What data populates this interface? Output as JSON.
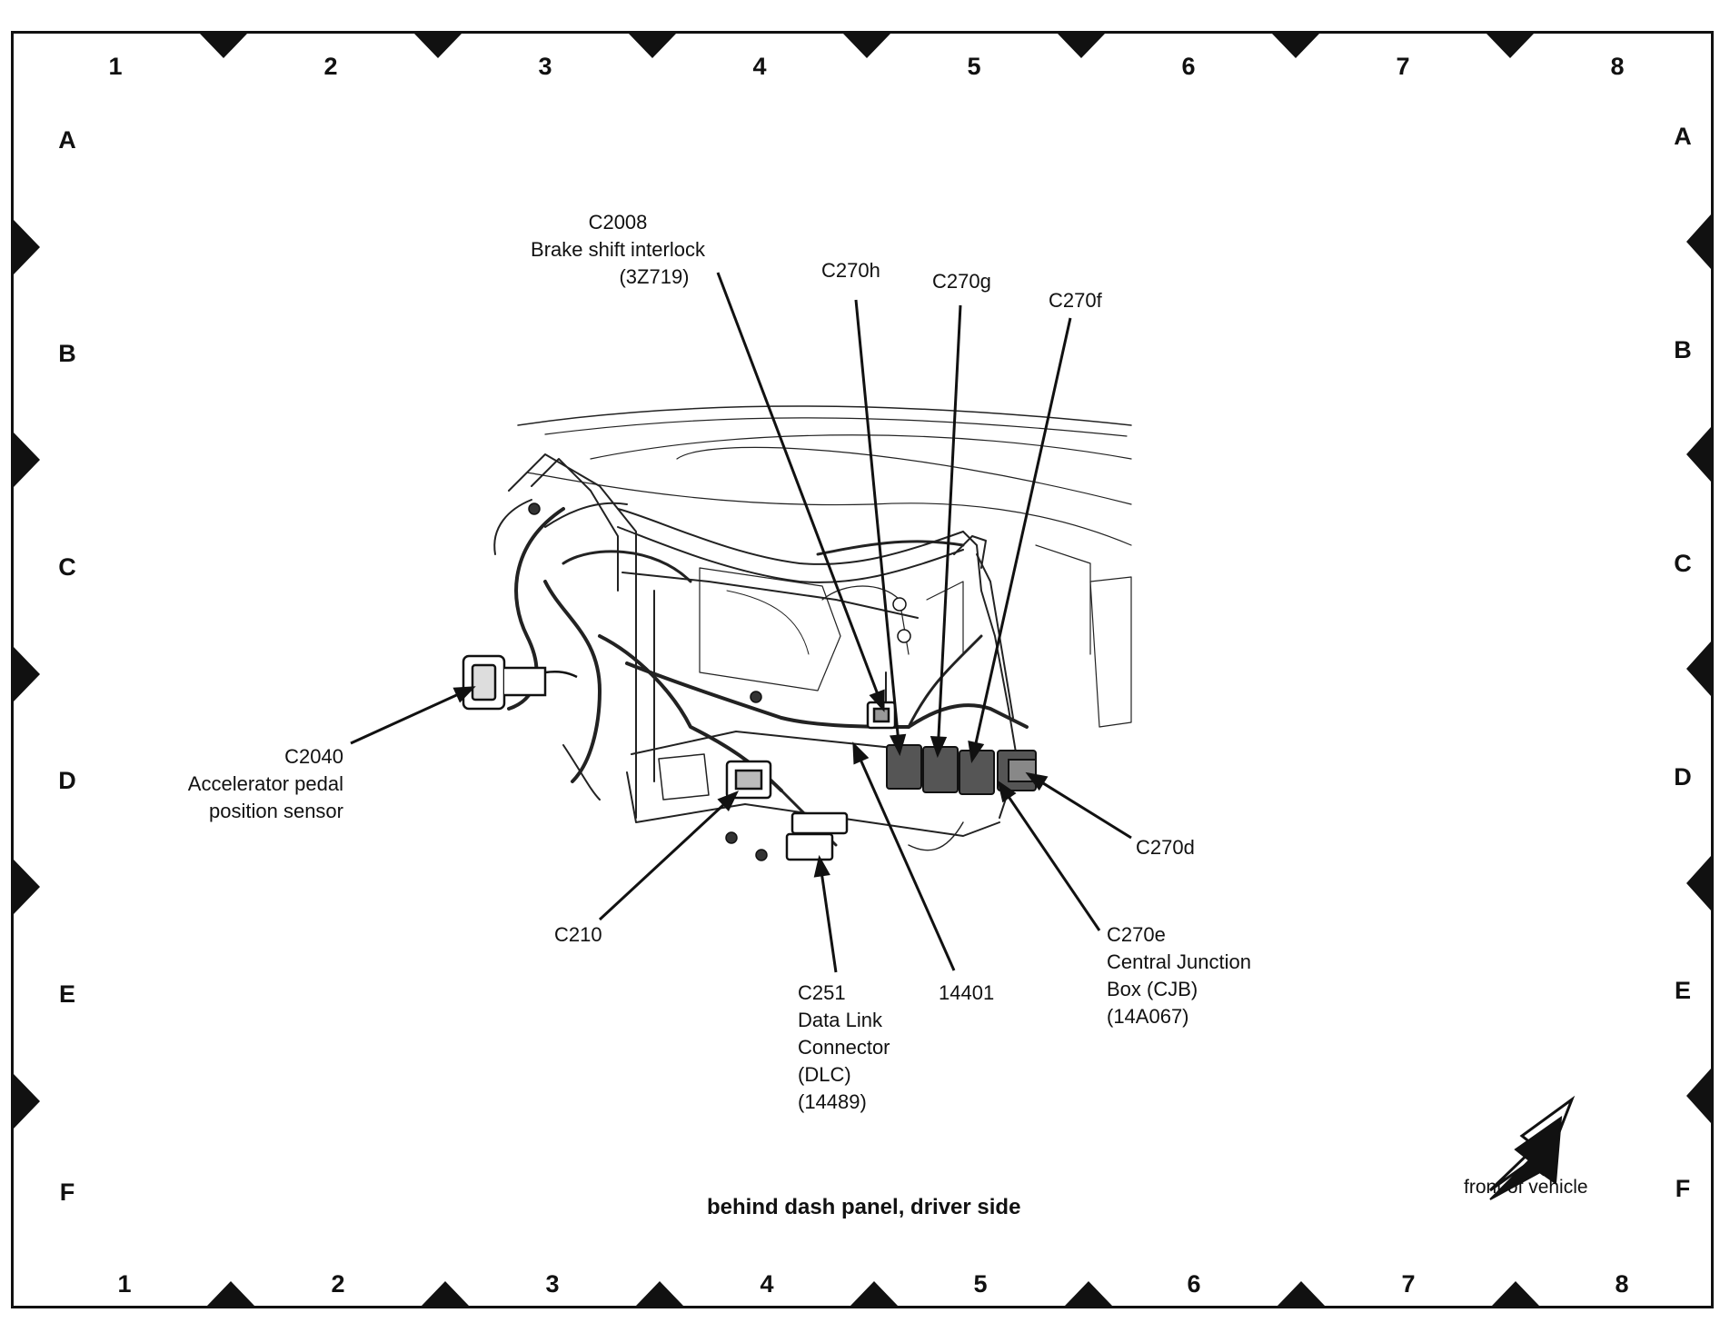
{
  "grid": {
    "columns": [
      "1",
      "2",
      "3",
      "4",
      "5",
      "6",
      "7",
      "8"
    ],
    "rows": [
      "A",
      "B",
      "C",
      "D",
      "E",
      "F"
    ]
  },
  "labels": {
    "c2008": {
      "id": "C2008",
      "name": "Brake shift interlock",
      "part": "(3Z719)"
    },
    "c270h": "C270h",
    "c270g": "C270g",
    "c270f": "C270f",
    "c2040": {
      "id": "C2040",
      "name1": "Accelerator pedal",
      "name2": "position sensor"
    },
    "c270d": "C270d",
    "c210": "C210",
    "c270e": {
      "id": "C270e",
      "name1": "Central Junction",
      "name2": "Box (CJB)",
      "part": "(14A067)"
    },
    "c251": {
      "id": "C251",
      "name1": "Data Link",
      "name2": "Connector",
      "name3": "(DLC)",
      "part": "(14489)"
    },
    "harness": "14401"
  },
  "caption": "behind dash panel, driver side",
  "front_of_vehicle": "front of vehicle"
}
